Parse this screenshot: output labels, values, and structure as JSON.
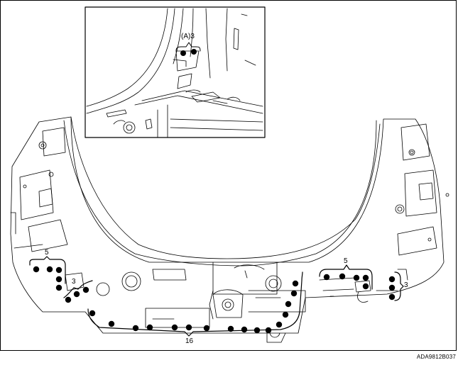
{
  "labels": {
    "inset_weld": "(A)3",
    "left_upper": "5",
    "left_lower": "3",
    "bottom": "16",
    "right_upper": "5",
    "right_side": "3"
  },
  "figure_code": "ADA9812B037",
  "colors": {
    "line": "#000000",
    "weld_dot": "#000000",
    "background": "#ffffff"
  }
}
